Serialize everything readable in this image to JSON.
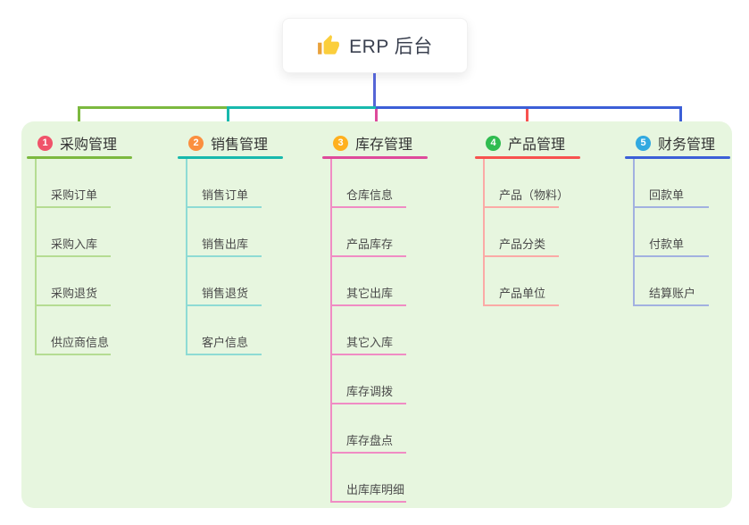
{
  "root": {
    "title": "ERP 后台",
    "icon": "thumbs-up-icon"
  },
  "palette": {
    "root_line": "#5565d6",
    "panel_bg": "#e7f6df",
    "card_bg": "#ffffff",
    "header_text": "#333333",
    "child_text": "#4a4a4a",
    "thumb_hand": "#fbce3c",
    "thumb_cuff": "#e9a13b"
  },
  "branches": [
    {
      "index": "1",
      "label": "采购管理",
      "badge_color": "#f0536a",
      "line_color": "#7cb93f",
      "child_line_color": "#b5dc92",
      "children": [
        "采购订单",
        "采购入库",
        "采购退货",
        "供应商信息"
      ]
    },
    {
      "index": "2",
      "label": "销售管理",
      "badge_color": "#fb8f3f",
      "line_color": "#17b9ad",
      "child_line_color": "#8edbd4",
      "children": [
        "销售订单",
        "销售出库",
        "销售退货",
        "客户信息"
      ]
    },
    {
      "index": "3",
      "label": "库存管理",
      "badge_color": "#ffb01e",
      "line_color": "#de4a9b",
      "child_line_color": "#f08cc4",
      "children": [
        "仓库信息",
        "产品库存",
        "其它出库",
        "其它入库",
        "库存调拨",
        "库存盘点",
        "出库库明细"
      ]
    },
    {
      "index": "4",
      "label": "产品管理",
      "badge_color": "#30bc50",
      "line_color": "#f7524f",
      "child_line_color": "#fbaaa6",
      "children": [
        "产品（物料）",
        "产品分类",
        "产品单位"
      ]
    },
    {
      "index": "5",
      "label": "财务管理",
      "badge_color": "#31a9e0",
      "line_color": "#3c5fd7",
      "child_line_color": "#a2b1e0",
      "children": [
        "回款单",
        "付款单",
        "结算账户"
      ]
    }
  ]
}
